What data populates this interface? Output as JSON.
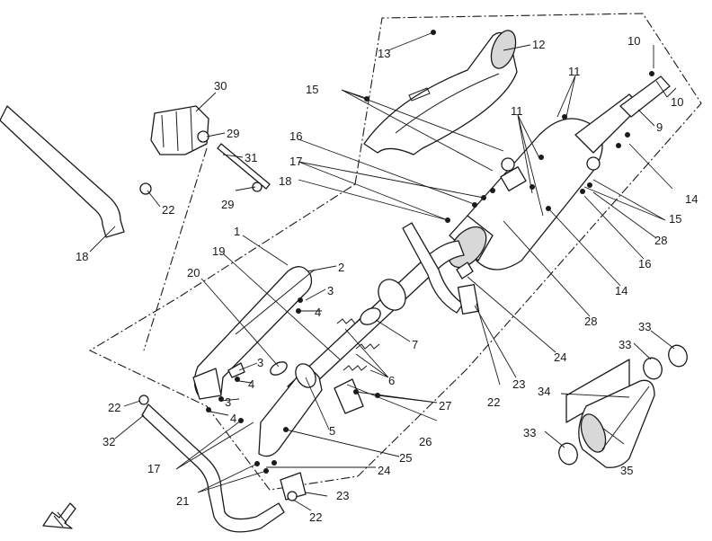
{
  "callouts": {
    "c30": "30",
    "c29a": "29",
    "c29b": "29",
    "c31": "31",
    "c22a": "22",
    "c18a": "18",
    "c13": "13",
    "c12": "12",
    "c10a": "10",
    "c10b": "10",
    "c11a": "11",
    "c11b": "11",
    "c9": "9",
    "c14a": "14",
    "c14b": "14",
    "c15a": "15",
    "c15b": "15",
    "c16a": "16",
    "c16b": "16",
    "c17a": "17",
    "c17b": "17",
    "c18b": "18",
    "c28a": "28",
    "c28b": "28",
    "c1": "1",
    "c19": "19",
    "c2": "2",
    "c3a": "3",
    "c3b": "3",
    "c3c": "3",
    "c4a": "4",
    "c4b": "4",
    "c4c": "4",
    "c20": "20",
    "c7": "7",
    "c6": "6",
    "c5": "5",
    "c24a": "24",
    "c24b": "24",
    "c23a": "23",
    "c23b": "23",
    "c22b": "22",
    "c22c": "22",
    "c22d": "22",
    "c27": "27",
    "c26": "26",
    "c25": "25",
    "c21": "21",
    "c32": "32",
    "c34": "34",
    "c35": "35",
    "c33a": "33",
    "c33b": "33",
    "c33c": "33"
  },
  "icons": {
    "corner": "front-direction-arrow-icon"
  }
}
